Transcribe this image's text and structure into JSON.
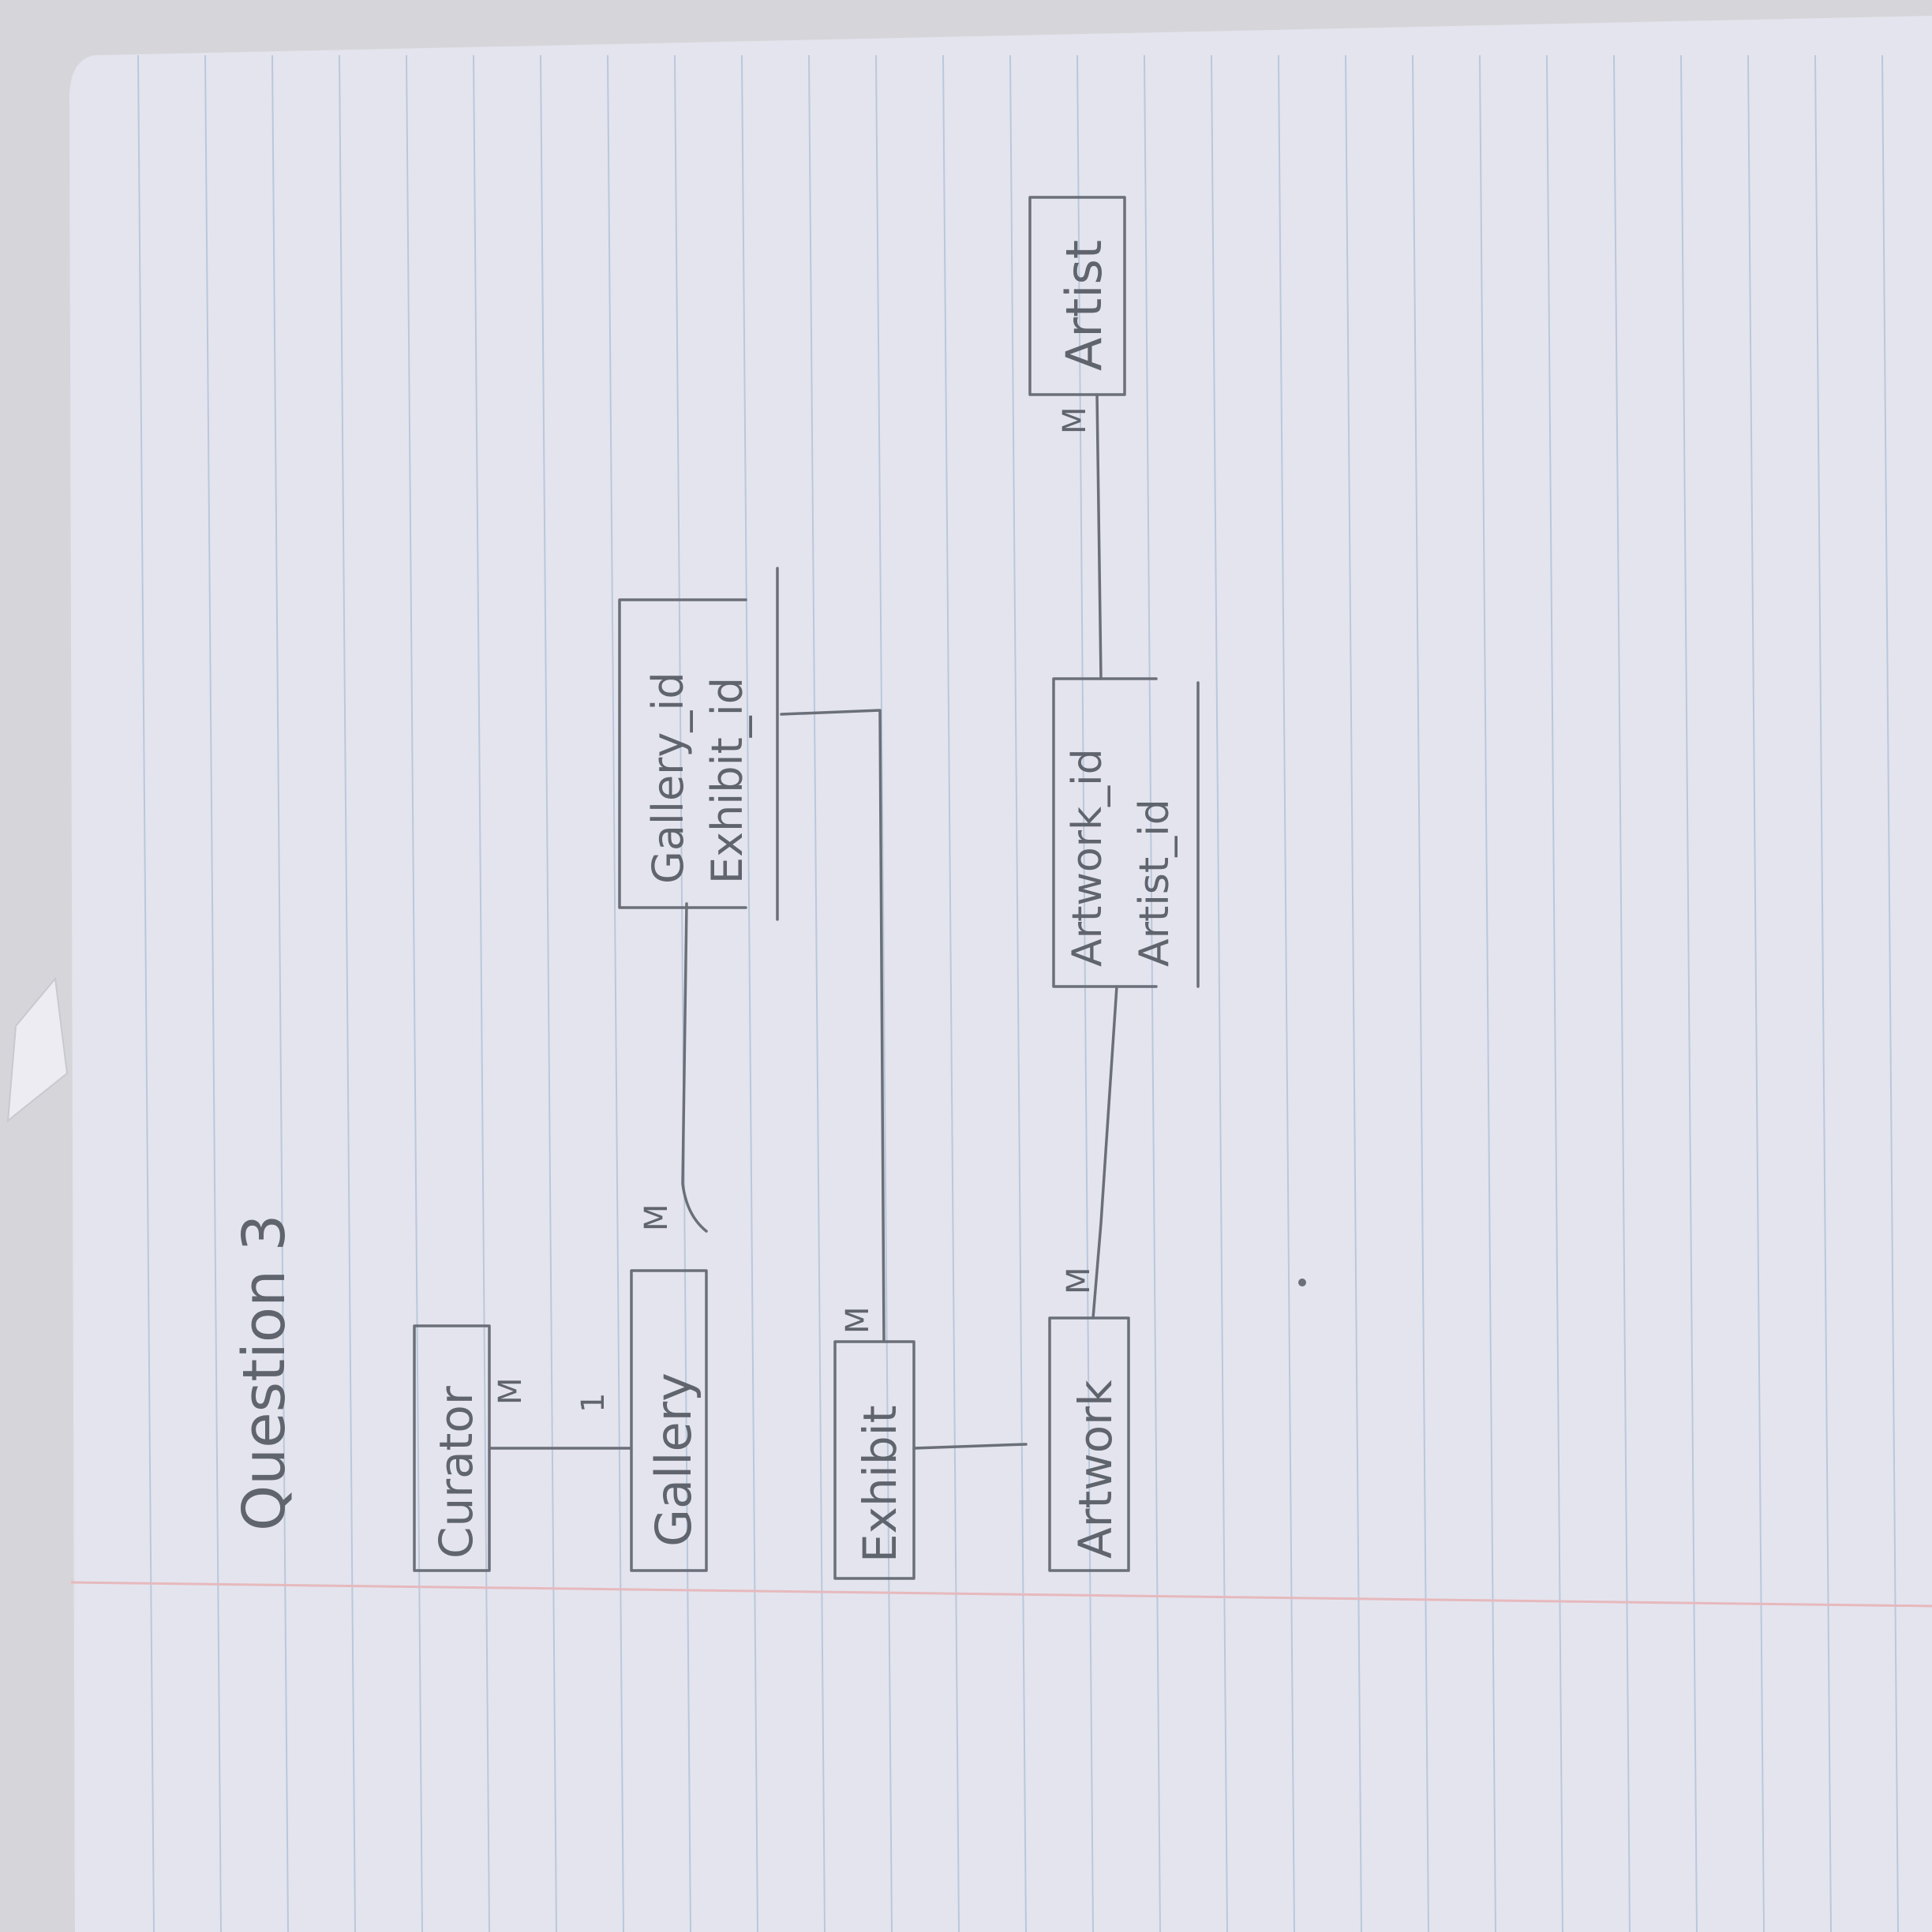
{
  "page": {
    "heading": "Question 3"
  },
  "colors": {
    "paper": "#e4e4ee",
    "rule_line": "#b9c8dc",
    "margin_line": "#e6b9bd",
    "ink": "#6a6f78"
  },
  "entities": {
    "curator": "Curator",
    "gallery": "Gallery",
    "exhibit": "Exhibit",
    "artwork": "Artwork",
    "artist": "Artist"
  },
  "junction_tables": {
    "gallery_exhibit": {
      "fields": [
        "Gallery_id",
        "Exhibit_id"
      ]
    },
    "artwork_artist": {
      "fields": [
        "Artwork_id",
        "Artist_id"
      ]
    }
  },
  "cardinalities": {
    "curator_gallery_curator_side": "M",
    "curator_gallery_gallery_side": "1",
    "gallery_to_junction": "M",
    "exhibit_to_junction": "M",
    "artwork_to_junction": "M",
    "artist_to_junction": "M"
  }
}
